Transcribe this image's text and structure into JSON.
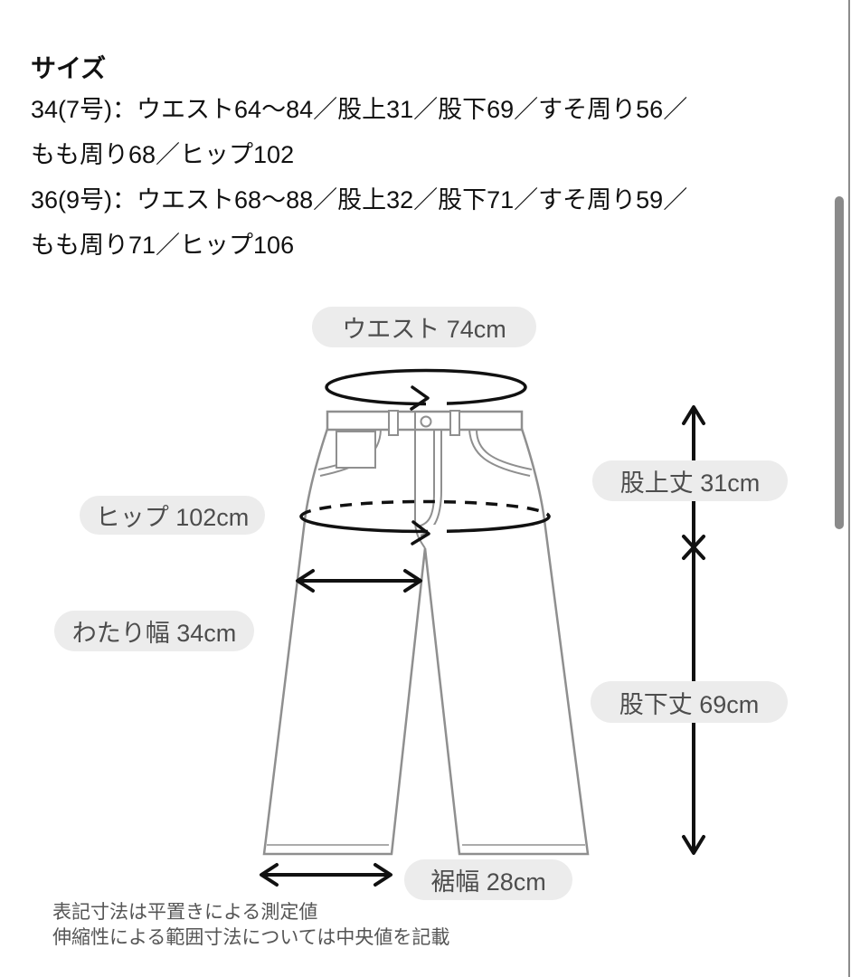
{
  "header": {
    "title": "サイズ",
    "size_lines": [
      "34(7号)：ウエスト64〜84／股上31／股下69／すそ周り56／",
      "もも周り68／ヒップ102",
      "36(9号)：ウエスト68〜88／股上32／股下71／すそ周り59／",
      "もも周り71／ヒップ106"
    ]
  },
  "diagram": {
    "pills": {
      "waist": {
        "label": "ウエスト 74cm"
      },
      "hip": {
        "label": "ヒップ 102cm"
      },
      "thigh": {
        "label": "わたり幅 34cm"
      },
      "rise": {
        "label": "股上丈 31cm"
      },
      "inseam": {
        "label": "股下丈 69cm"
      },
      "hem": {
        "label": "裾幅 28cm"
      }
    }
  },
  "footer": {
    "notes": [
      "表記寸法は平置きによる測定値",
      "伸縮性による範囲寸法については中央値を記載"
    ]
  },
  "colors": {
    "pill_background": "#ececec",
    "pill_text": "#4d4d4d",
    "pants_outline": "#8f8f8f",
    "measurement_marks": "#111111",
    "body_text": "#111111",
    "footnote_text": "#555555",
    "scrollbar_thumb": "#8a8a8a",
    "right_border": "#8c8c8c"
  }
}
